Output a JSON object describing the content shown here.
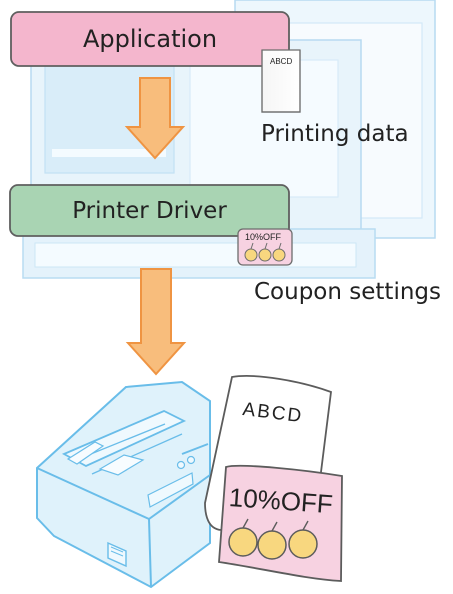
{
  "diagram": {
    "application_label": "Application",
    "printer_driver_label": "Printer Driver",
    "printing_data_label": "Printing data",
    "coupon_settings_label": "Coupon settings",
    "document_text": "ABCD",
    "coupon_icon_text": "10%OFF",
    "receipt_text": "ABCD",
    "receipt_coupon_text": "10%OFF"
  },
  "colors": {
    "application_fill": "#f4b6cd",
    "printer_driver_fill": "#a9d4b3",
    "arrow_fill": "#f8bd7c",
    "arrow_stroke": "#ef9442",
    "monitor_fill": "#ddeef9",
    "monitor_stroke": "#a9d2ee",
    "printer_fill": "#dff2fb",
    "printer_stroke": "#69bde9",
    "coupon_fill": "#f7d2e1",
    "coin_fill": "#f8d77f"
  }
}
